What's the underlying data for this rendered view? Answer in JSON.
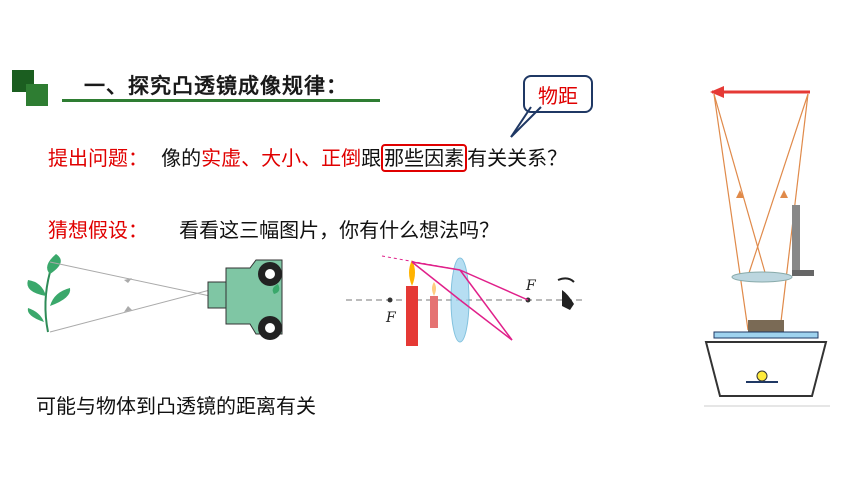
{
  "heading": "一、探究凸透镜成像规律：",
  "callout": "物距",
  "question": {
    "label": "提出问题：",
    "p1": "像的",
    "p2": "实虚、大小、正倒",
    "p3": "跟",
    "p4": "那些因素",
    "p5": "有关关系？"
  },
  "guess": {
    "label": "猜想假设：",
    "text": "看看这三幅图片，你有什么想法吗？"
  },
  "answer": "可能与物体到凸透镜的距离有关",
  "diagram_labels": {
    "focus_left": "F",
    "focus_right": "F"
  },
  "colors": {
    "accent_green": "#2e7d32",
    "red": "#e00000",
    "navy": "#1f3864",
    "camera_green": "#7fc6a4",
    "ray_orange": "#e08a4a",
    "ray_magenta": "#e0208a"
  }
}
